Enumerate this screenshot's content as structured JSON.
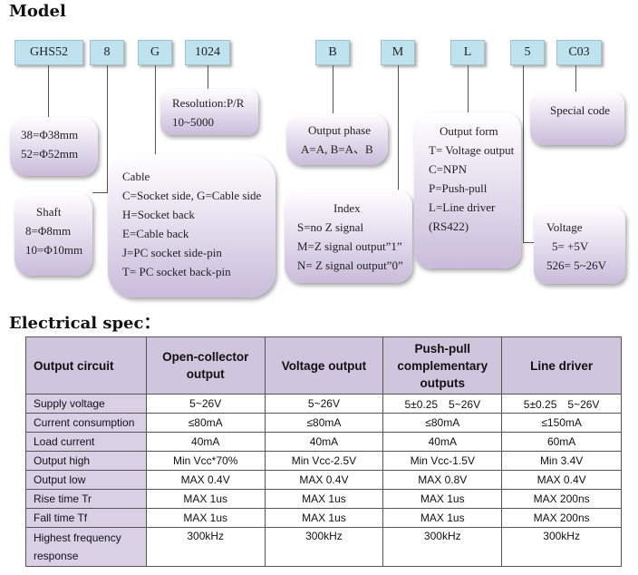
{
  "model_heading": "Model",
  "codes": [
    "GHS52",
    "8",
    "G",
    "1024",
    "B",
    "M",
    "L",
    "5",
    "C03"
  ],
  "boxes": {
    "size": [
      "38=Φ38mm",
      "52=Φ52mm"
    ],
    "shaft": [
      "Shaft",
      "8=Φ8mm",
      "10=Φ10mm"
    ],
    "resolution": [
      "Resolution:P/R",
      "10~5000"
    ],
    "cable": [
      "Cable",
      "C=Socket side, G=Cable side",
      "H=Socket back",
      "E=Cable back",
      "J=PC socket side-pin",
      "T= PC socket back-pin"
    ],
    "output_phase": [
      "Output phase",
      "A=A, B=A、B"
    ],
    "index": [
      "Index",
      "S=no Z signal",
      "M=Z signal output”1”",
      "N= Z signal output”0”"
    ],
    "output_form": [
      "Output form",
      "T= Voltage output",
      "C=NPN",
      "P=Push-pull",
      "L=Line driver",
      "(RS422)"
    ],
    "special": [
      "Special code"
    ],
    "voltage": [
      "Voltage",
      "5= +5V",
      "526= 5~26V"
    ]
  },
  "spec_heading": "Electrical spec：",
  "table": {
    "headers": [
      "Output circuit",
      "Open-collector output",
      "Voltage output",
      "Push-pull complementary outputs",
      "Line driver"
    ],
    "rows": [
      [
        "Supply voltage",
        "5~26V",
        "5~26V",
        "5±0.25　5~26V",
        "5±0.25　5~26V"
      ],
      [
        "Current consumption",
        "≤80mA",
        "≤80mA",
        "≤80mA",
        "≤150mA"
      ],
      [
        "Load current",
        "40mA",
        "40mA",
        "40mA",
        "60mA"
      ],
      [
        "Output high",
        "Min Vcc*70%",
        "Min Vcc-2.5V",
        "Min Vcc-1.5V",
        "Min 3.4V"
      ],
      [
        "Output low",
        "MAX 0.4V",
        "MAX 0.4V",
        "MAX 0.8V",
        "MAX 0.4V"
      ],
      [
        "Rise time Tr",
        "MAX 1us",
        "MAX 1us",
        "MAX 1us",
        "MAX 200ns"
      ],
      [
        "Fall time Tf",
        "MAX 1us",
        "MAX 1us",
        "MAX 1us",
        "MAX 200ns"
      ],
      [
        "Highest frequency response",
        "300kHz",
        "300kHz",
        "300kHz",
        "300kHz"
      ]
    ]
  },
  "colors": {
    "code_box": "#bfe3ee",
    "bubble_bottom": "#c9bcda",
    "table_header": "#cfc5dd"
  }
}
